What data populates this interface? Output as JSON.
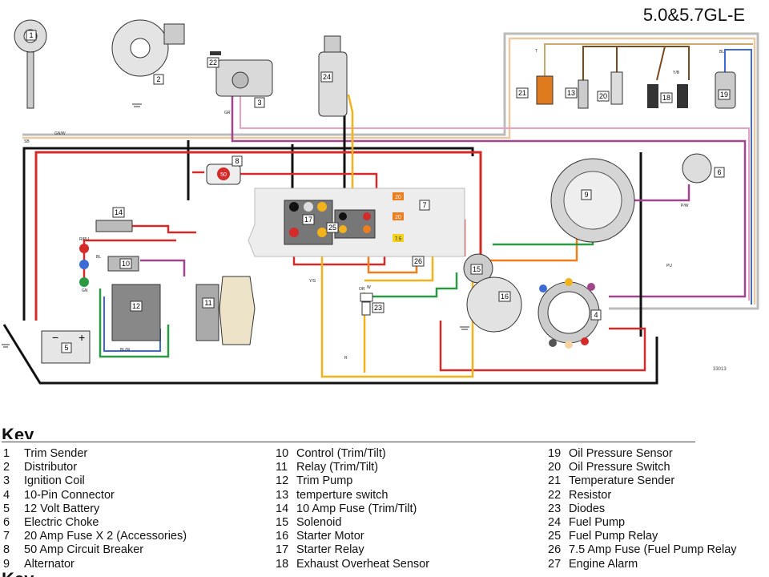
{
  "title": "5.0&5.7GL-E",
  "doc_code": "33013",
  "key_heading": "Key",
  "bottom_heading": "Key",
  "components": [
    {
      "num": "1",
      "label": "Trim Sender"
    },
    {
      "num": "2",
      "label": "Distributor"
    },
    {
      "num": "3",
      "label": "Ignition Coil"
    },
    {
      "num": "4",
      "label": "10-Pin Connector"
    },
    {
      "num": "5",
      "label": "12 Volt Battery"
    },
    {
      "num": "6",
      "label": "Electric Choke"
    },
    {
      "num": "7",
      "label": "20 Amp Fuse X 2  (Accessories)"
    },
    {
      "num": "8",
      "label": "50 Amp Circuit Breaker"
    },
    {
      "num": "9",
      "label": "Alternator"
    },
    {
      "num": "10",
      "label": "Control (Trim/Tilt)"
    },
    {
      "num": "11",
      "label": "Relay (Trim/Tilt)"
    },
    {
      "num": "12",
      "label": "Trim Pump"
    },
    {
      "num": "13",
      "label": "temperture switch"
    },
    {
      "num": "14",
      "label": "10 Amp Fuse (Trim/Tilt)"
    },
    {
      "num": "15",
      "label": "Solenoid"
    },
    {
      "num": "16",
      "label": "Starter Motor"
    },
    {
      "num": "17",
      "label": "Starter Relay"
    },
    {
      "num": "18",
      "label": "Exhaust Overheat Sensor"
    },
    {
      "num": "19",
      "label": "Oil Pressure Sensor"
    },
    {
      "num": "20",
      "label": "Oil Pressure Switch"
    },
    {
      "num": "21",
      "label": "Temperature Sender"
    },
    {
      "num": "22",
      "label": "Resistor"
    },
    {
      "num": "23",
      "label": "Diodes"
    },
    {
      "num": "24",
      "label": "Fuel Pump"
    },
    {
      "num": "25",
      "label": "Fuel Pump Relay"
    },
    {
      "num": "26",
      "label": "7.5 Amp Fuse (Fuel Pump Relay"
    },
    {
      "num": "27",
      "label": "Engine Alarm"
    }
  ],
  "fuse_labels": {
    "breaker": "50",
    "fuse_a": "20",
    "fuse_b": "20",
    "fuse_c": "7.5"
  },
  "wire_labels": {
    "sb": "SB",
    "gnw": "GN/W",
    "rpu": "R/PU",
    "bl": "BL",
    "gn": "GN",
    "ys": "Y/S",
    "w": "W",
    "yb": "Y/B",
    "pu": "PU",
    "t": "T",
    "gr": "GR",
    "r": "R",
    "bl2": "BL",
    "pw": "P/W",
    "or": "OR",
    "blw": "BL/W"
  },
  "colors": {
    "red": "#d42a2a",
    "black": "#111111",
    "yellow": "#f2b21c",
    "orange": "#ee7d1e",
    "purple": "#a0468c",
    "green": "#2c9a42",
    "blue": "#3d6bd6",
    "tan": "#c9a86a",
    "brown": "#7a4a1e",
    "gray": "#9a9a9a",
    "pink": "#e8b0c0",
    "lightgray": "#bbbbbb"
  }
}
